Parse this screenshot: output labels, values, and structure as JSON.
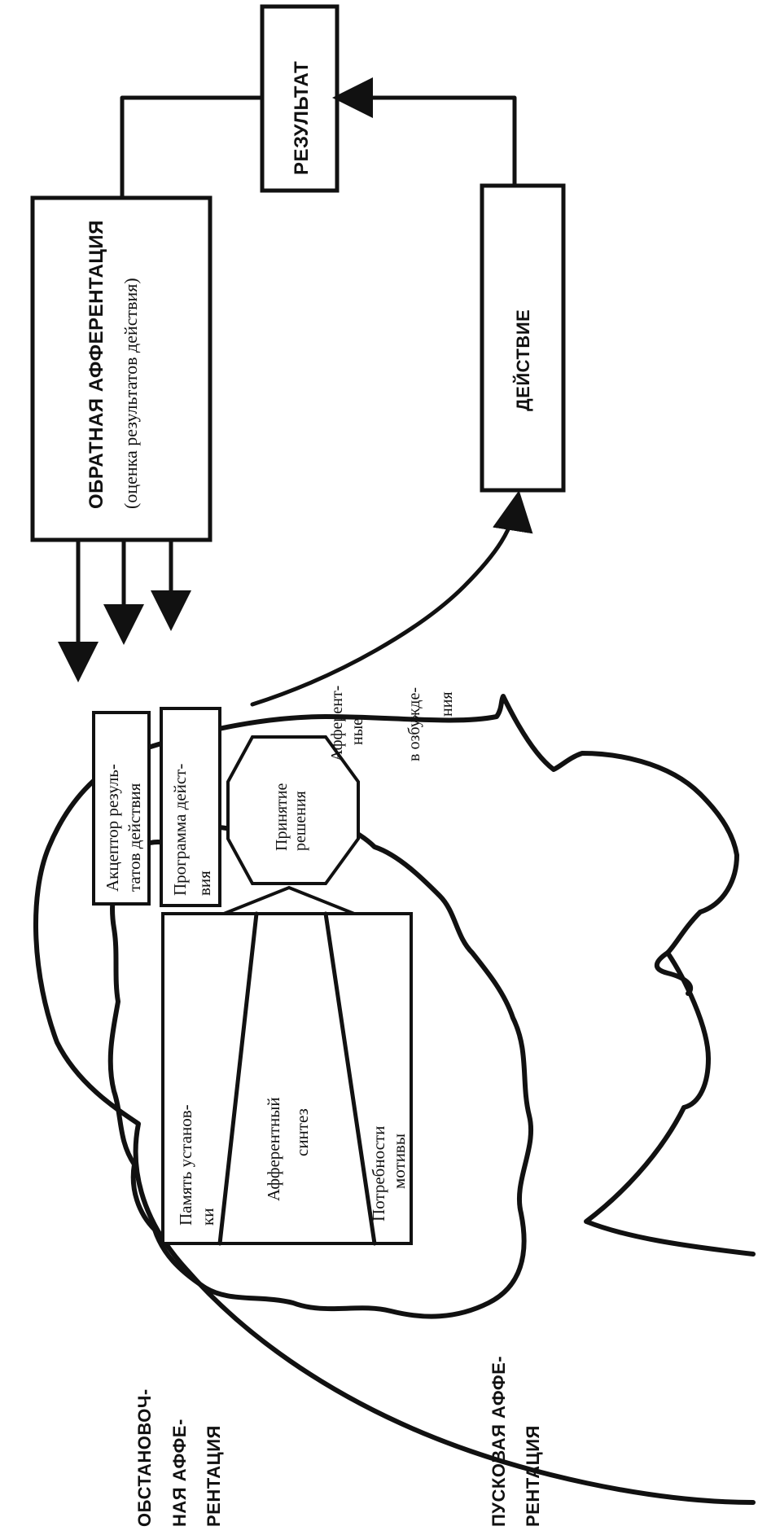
{
  "boxes": {
    "feedback_title": "ОБРАТНАЯ АФФЕРЕНТАЦИЯ",
    "feedback_sub": "(оценка результатов действия)",
    "result": "РЕЗУЛЬТАТ",
    "action": "ДЕЙСТВИЕ",
    "acceptor_l1": "Акцептор резуль-",
    "acceptor_l2": "татов действия",
    "program_l1": "Программа дейст-",
    "program_l2": "вия",
    "decision_l1": "Принятие",
    "decision_l2": "решения",
    "memory_l1": "Память установ-",
    "memory_l2": "ки",
    "synthesis_l1": "Афферентный",
    "synthesis_l2": "синтез",
    "needs_l1": "Потребности",
    "needs_l2": "мотивы"
  },
  "labels": {
    "efferent_l1": "Афферент-",
    "efferent_l2": "ные",
    "efferent_l3": "в озбужде-",
    "efferent_l4": "ния",
    "situational_l1": "ОБСТАНОВОЧ-",
    "situational_l2": "НАЯ АФФЕ-",
    "situational_l3": "РЕНТАЦИЯ",
    "trigger_l1": "ПУСКОВАЯ АФФЕ-",
    "trigger_l2": "РЕНТАЦИЯ"
  }
}
